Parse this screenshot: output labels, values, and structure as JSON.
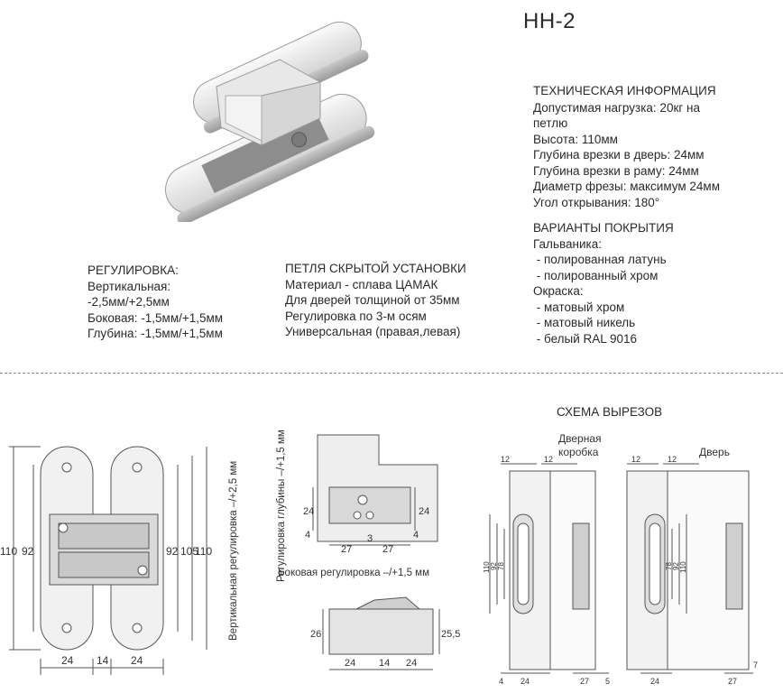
{
  "model": "НН-2",
  "tech": {
    "heading": "ТЕХНИЧЕСКАЯ ИНФОРМАЦИЯ",
    "lines": [
      "Допустимая нагрузка: 20кг на",
      "петлю",
      "Высота: 110мм",
      "Глубина врезки в дверь: 24мм",
      "Глубина врезки в раму: 24мм",
      "Диаметр фрезы: максимум 24мм",
      "Угол открывания: 180°"
    ]
  },
  "coating": {
    "heading": "ВАРИАНТЫ ПОКРЫТИЯ",
    "lines": [
      "Гальваника:",
      " - полированная латунь",
      " - полированный хром",
      "Окраска:",
      " - матовый хром",
      " - матовый никель",
      " - белый RAL 9016"
    ]
  },
  "adjustment": {
    "heading": "РЕГУЛИРОВКА:",
    "lines": [
      "Вертикальная:",
      "-2,5мм/+2,5мм",
      "Боковая: -1,5мм/+1,5мм",
      "Глубина: -1,5мм/+1,5мм"
    ]
  },
  "hinge_info": {
    "heading": "ПЕТЛЯ СКРЫТОЙ УСТАНОВКИ",
    "lines": [
      "Материал - сплава ЦАМАК",
      "Для дверей толщиной от 35мм",
      "Регулировка по 3-м осям",
      "Универсальная (правая,левая)"
    ]
  },
  "drawing1": {
    "dims_left": [
      "110",
      "92"
    ],
    "dims_right": [
      "92",
      "105",
      "110"
    ],
    "dims_bottom": [
      "24",
      "14",
      "24"
    ],
    "vertical_label": "Вертикальная регулировка –/+2,5 мм"
  },
  "drawing2": {
    "depth_label": "Регулировка глубины –/+1,5 мм",
    "dims_top": [
      "24",
      "24",
      "4",
      "4"
    ],
    "dims_row": [
      "27",
      "3",
      "27"
    ],
    "side_label": "Боковая регулировка –/+1,5 мм",
    "dims_side": [
      "26",
      "25,5"
    ],
    "dims_bottom": [
      "24",
      "14",
      "24"
    ]
  },
  "scheme": {
    "title": "СХЕМА ВЫРЕЗОВ",
    "frame_label": [
      "Дверная",
      "коробка"
    ],
    "door_label": "Дверь",
    "dims_top": [
      "12",
      "12",
      "12",
      "12"
    ],
    "dims_vertical_left": [
      "110",
      "92",
      "78"
    ],
    "dims_vertical_right": [
      "78",
      "92",
      "110"
    ],
    "dims_bottom_left": [
      "4",
      "24",
      "27",
      "5"
    ],
    "dims_bottom_right": [
      "24",
      "27",
      "7"
    ]
  }
}
